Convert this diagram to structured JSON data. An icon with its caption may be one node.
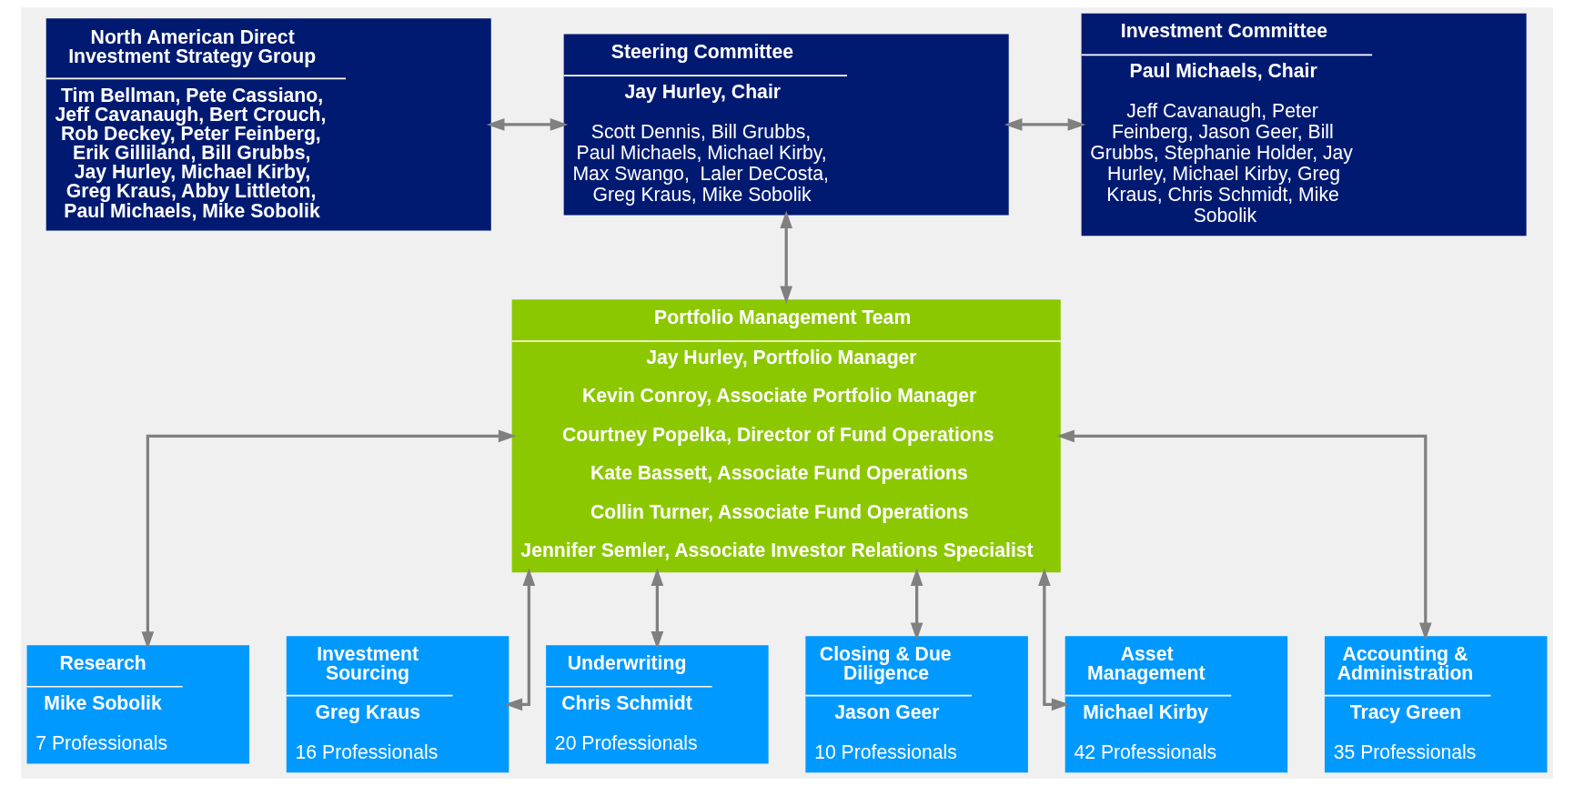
{
  "diagram": {
    "nodes": [
      {
        "text": [
          "North American Direct Investment Strategy Group",
          "Tim Bellman, Pete Cassiano, Jeff Cavanaugh, Bert Crouch, Rob Deckey, Peter Feinberg, Erik Gilliland, Bill Grubbs, Jay Hurley, Michael Kirby, Greg Kraus, Abby Littleton, Paul Michaels, Mike Sobolik"
        ]
      },
      {
        "text": [
          "Steering Committee",
          "Jay Hurley, Chair",
          "Scott Dennis, Bill Grubbs, Paul Michaels, Michael Kirby, Max Swango,  Laler DeCosta, Greg Kraus, Mike Sobolik"
        ]
      },
      {
        "text": [
          "Investment Committee",
          "Paul Michaels, Chair",
          "Jeff Cavanaugh, Peter Feinberg, Jason Geer, Bill Grubbs, Stephanie Holder, Jay Hurley, Michael Kirby, Greg Kraus, Chris Schmidt, Mike Sobolik"
        ]
      },
      {
        "text": [
          "Portfolio Management Team",
          "Jay Hurley, Portfolio Manager",
          "Kevin Conroy, Associate Portfolio Manager",
          "Courtney Popelka, Director of Fund Operations",
          "Kate Bassett, Associate Fund Operations",
          "Collin Turner, Associate Fund Operations",
          "Jennifer Semler, Associate Investor Relations Specialist"
        ]
      },
      {
        "text": [
          "Research",
          "Mike Sobolik",
          "7 Professionals"
        ]
      },
      {
        "text": [
          "Investment Sourcing",
          "Greg Kraus",
          "16 Professionals"
        ]
      },
      {
        "text": [
          "Underwriting",
          "Chris Schmidt",
          "20 Professionals"
        ]
      },
      {
        "text": [
          "Closing & Due Diligence",
          "Jason Geer",
          "10 Professionals"
        ]
      },
      {
        "text": [
          "Asset Management",
          "Michael Kirby",
          "42 Professionals"
        ]
      },
      {
        "text": [
          "Accounting & Administration",
          "Tracy Green",
          "35 Professionals"
        ]
      }
    ],
    "edges": [
      {
        "from": 0,
        "to": 1,
        "arrow": "both"
      },
      {
        "from": 1,
        "to": 2,
        "arrow": "both"
      },
      {
        "from": 1,
        "to": 3,
        "arrow": "both"
      },
      {
        "from": 3,
        "to": 4,
        "arrow": "both"
      },
      {
        "from": 3,
        "to": 5,
        "arrow": "both"
      },
      {
        "from": 3,
        "to": 6,
        "arrow": "both"
      },
      {
        "from": 3,
        "to": 7,
        "arrow": "both"
      },
      {
        "from": 3,
        "to": 8,
        "arrow": "both"
      },
      {
        "from": 3,
        "to": 9,
        "arrow": "both"
      }
    ]
  }
}
